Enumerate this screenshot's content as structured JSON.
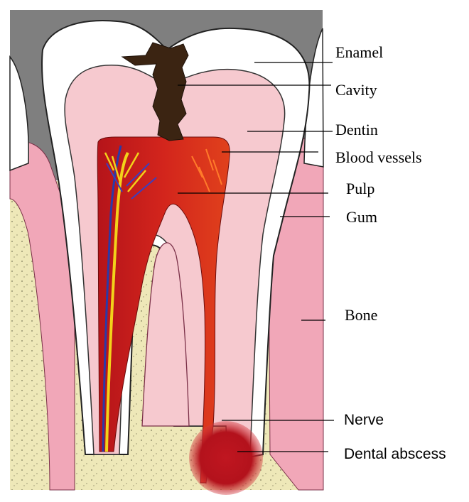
{
  "diagram": {
    "labels": [
      {
        "key": "enamel",
        "text": "Enamel"
      },
      {
        "key": "cavity",
        "text": "Cavity"
      },
      {
        "key": "dentin",
        "text": "Dentin"
      },
      {
        "key": "blood_vessels",
        "text": "Blood vessels"
      },
      {
        "key": "pulp",
        "text": "Pulp"
      },
      {
        "key": "gum",
        "text": "Gum"
      },
      {
        "key": "bone",
        "text": "Bone"
      },
      {
        "key": "nerve",
        "text": "Nerve"
      },
      {
        "key": "dental_abscess",
        "text": "Dental abscess"
      }
    ]
  },
  "colors": {
    "enamel": "#ffffff",
    "dentin": "#f6c9cf",
    "pulp": "#c81d1d",
    "gum": "#f1a7b8",
    "bone": "#eee8b8",
    "cavity": "#3b2412",
    "abscess": "#b3121c",
    "background": "#7f7f7f"
  }
}
